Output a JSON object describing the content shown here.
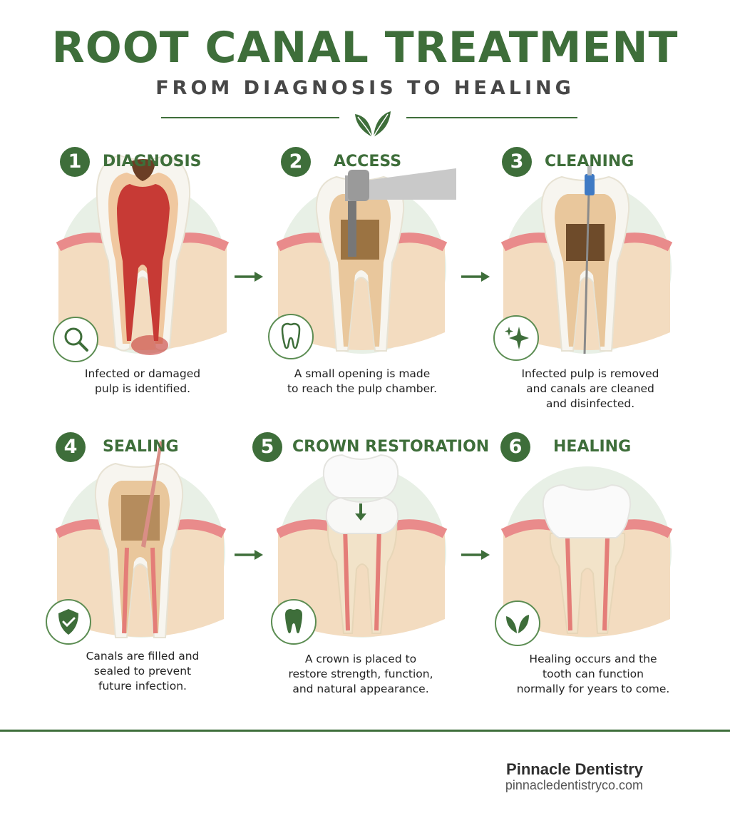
{
  "header": {
    "title": "ROOT CANAL TREATMENT",
    "subtitle": "FROM DIAGNOSIS TO HEALING",
    "ornament_icon": "leaf-icon"
  },
  "colors": {
    "brand_green": "#3e6e3a",
    "gum_pink": "#e98b8b",
    "bone": "#f3dcc0",
    "enamel": "#f7f5ef",
    "pulp_infected": "#c73a35"
  },
  "steps": [
    {
      "number": "1",
      "title": "DIAGNOSIS",
      "icon": "magnifier-icon",
      "description": [
        "Infected or damaged",
        "pulp is identified."
      ]
    },
    {
      "number": "2",
      "title": "ACCESS",
      "icon": "tooth-outline-icon",
      "description": [
        "A small opening is made",
        "to reach the pulp chamber."
      ]
    },
    {
      "number": "3",
      "title": "CLEANING",
      "icon": "sparkle-icon",
      "description": [
        "Infected pulp is removed",
        "and canals are cleaned",
        "and disinfected."
      ]
    },
    {
      "number": "4",
      "title": "SEALING",
      "icon": "shield-check-icon",
      "description": [
        "Canals are filled and",
        "sealed to prevent",
        "future infection."
      ]
    },
    {
      "number": "5",
      "title": "CROWN RESTORATION",
      "icon": "tooth-solid-icon",
      "description": [
        "A crown is placed to",
        "restore strength, function,",
        "and natural appearance."
      ]
    },
    {
      "number": "6",
      "title": "HEALING",
      "icon": "leaf-icon",
      "description": [
        "Healing occurs and the",
        "tooth can function",
        "normally for years to come."
      ]
    }
  ],
  "footer": {
    "brand": "Pinnacle Dentistry",
    "url": "pinnacledentistryco.com"
  }
}
